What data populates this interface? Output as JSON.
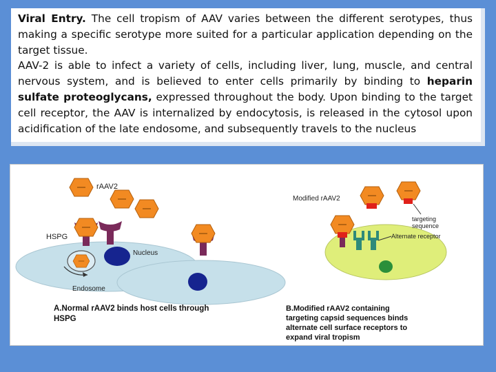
{
  "slide": {
    "heading": "Viral Entry.",
    "para1_rest": " The cell tropism of AAV varies between the different serotypes, thus making a specific serotype more suited for a particular application depending on the target tissue.",
    "para2_start": "AAV-2 is able to infect a variety of cells, including liver, lung, muscle, and central nervous system, and is believed to enter cells primarily by binding to ",
    "para2_bold": "heparin sulfate proteoglycans,",
    "para2_end": " expressed throughout the body. Upon binding to the target cell receptor, the AAV is internalized by endocytosis, is released in the cytosol upon acidification of the late endosome, and subsequently travels to the nucleus"
  },
  "figure": {
    "label_raav2": "rAAV2",
    "label_hspg": "HSPG",
    "label_nucleus": "Nucleus",
    "label_endosome": "Endosome",
    "label_modified": "Modified rAAV2",
    "label_targeting_1": "targeting",
    "label_targeting_2": "sequence",
    "label_alternate": "Alternate receptor",
    "caption_a_1": "A.Normal rAAV2 binds host cells through",
    "caption_a_2": "HSPG",
    "caption_b_1": "B.Modified rAAV2 containing",
    "caption_b_2": "targeting capsid sequences binds",
    "caption_b_3": "alternate cell surface receptors to",
    "caption_b_4": "expand viral tropism"
  },
  "colors": {
    "background": "#5b8fd6",
    "virus": "#f28a22",
    "receptor": "#7a2a5a",
    "cell": "#c6e0ea",
    "nucleus": "#16248f",
    "green_cell": "#dfee7a",
    "targeting": "#e0201a",
    "alt_receptor": "#2e8a7a"
  }
}
